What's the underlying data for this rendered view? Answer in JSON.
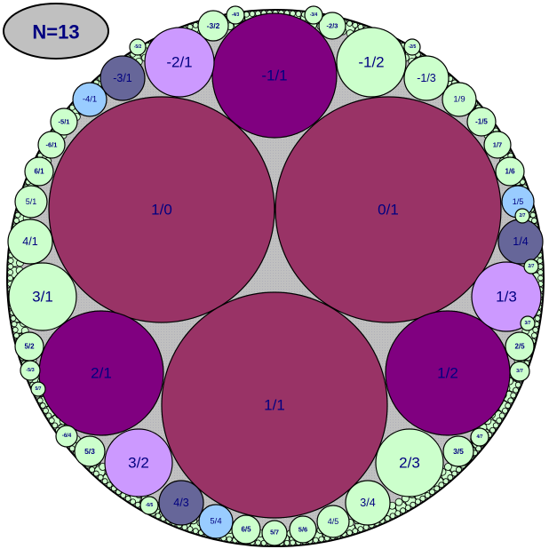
{
  "badge": {
    "title": "N=13"
  },
  "colors": {
    "background": "#c0c0c0",
    "label": "#000080",
    "tones": {
      "rose": "#993366",
      "purple": "#800080",
      "violet": "#cc99ff",
      "slate": "#666699",
      "sky": "#99ccff",
      "mint": "#ccffcc"
    }
  },
  "circles": [
    {
      "label": "1/0",
      "tone": "rose"
    },
    {
      "label": "0/1",
      "tone": "rose"
    },
    {
      "label": "1/1",
      "tone": "rose"
    },
    {
      "label": "-1/1",
      "tone": "purple"
    },
    {
      "label": "2/1",
      "tone": "purple"
    },
    {
      "label": "1/2",
      "tone": "purple"
    },
    {
      "label": "-2/1",
      "tone": "violet"
    },
    {
      "label": "-1/2",
      "tone": "mint"
    },
    {
      "label": "1/3",
      "tone": "violet"
    },
    {
      "label": "3/2",
      "tone": "violet"
    },
    {
      "label": "2/3",
      "tone": "mint"
    },
    {
      "label": "3/1",
      "tone": "mint"
    },
    {
      "label": "-3/1",
      "tone": "slate"
    },
    {
      "label": "1/4",
      "tone": "slate"
    },
    {
      "label": "4/3",
      "tone": "slate"
    },
    {
      "label": "-1/3",
      "tone": "mint"
    },
    {
      "label": "4/1",
      "tone": "mint"
    },
    {
      "label": "3/4",
      "tone": "mint"
    },
    {
      "label": "-4/1",
      "tone": "sky"
    },
    {
      "label": "1/5",
      "tone": "sky"
    },
    {
      "label": "5/4",
      "tone": "sky"
    },
    {
      "label": "-3/2",
      "tone": "mint"
    },
    {
      "label": "-2/3",
      "tone": "mint"
    },
    {
      "label": "1/9",
      "tone": "mint"
    },
    {
      "label": "-1/5",
      "tone": "mint"
    },
    {
      "label": "1/7",
      "tone": "mint"
    },
    {
      "label": "1/6",
      "tone": "mint"
    },
    {
      "label": "-5/1",
      "tone": "mint"
    },
    {
      "label": "-6/1",
      "tone": "mint"
    },
    {
      "label": "6/1",
      "tone": "mint"
    },
    {
      "label": "5/1",
      "tone": "mint"
    },
    {
      "label": "5/2",
      "tone": "mint"
    },
    {
      "label": "-5/3",
      "tone": "mint"
    },
    {
      "label": "2/5",
      "tone": "mint"
    },
    {
      "label": "3/7",
      "tone": "mint"
    },
    {
      "label": "5/3",
      "tone": "mint"
    },
    {
      "label": "-6/4",
      "tone": "mint"
    },
    {
      "label": "3/5",
      "tone": "mint"
    },
    {
      "label": "4/7",
      "tone": "mint"
    },
    {
      "label": "-6/5",
      "tone": "mint"
    },
    {
      "label": "4/5",
      "tone": "mint"
    },
    {
      "label": "6/5",
      "tone": "mint"
    },
    {
      "label": "5/6",
      "tone": "mint"
    },
    {
      "label": "5/7",
      "tone": "mint"
    },
    {
      "label": "-3/4",
      "tone": "mint"
    },
    {
      "label": "-4/3",
      "tone": "mint"
    },
    {
      "label": "-5/2",
      "tone": "mint"
    },
    {
      "label": "-2/5",
      "tone": "mint"
    },
    {
      "label": "2/7",
      "tone": "mint"
    },
    {
      "label": "2/7",
      "tone": "mint"
    },
    {
      "label": "3/7",
      "tone": "mint"
    },
    {
      "label": "5/7",
      "tone": "mint"
    }
  ]
}
